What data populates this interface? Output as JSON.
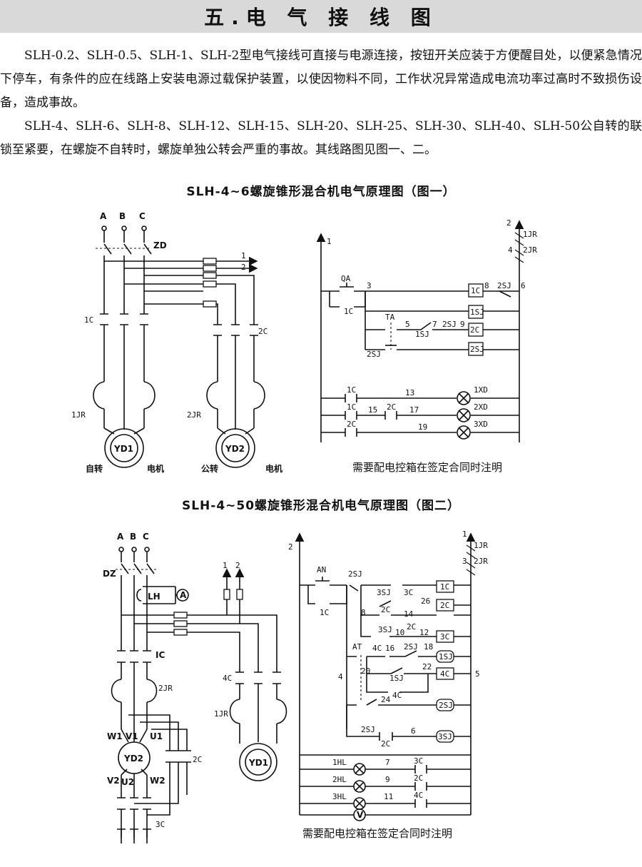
{
  "header": {
    "title": "五.电 气 接 线 图"
  },
  "intro": {
    "p1": "SLH-0.2、SLH-0.5、SLH-1、SLH-2型电气接线可直接与电源连接，按钮开关应装于方便醒目处，以便紧急情况下停车，有条件的应在线路上安装电源过载保护装置，以使因物料不同，工作状况异常造成电流功率过高时不致损伤设备，造成事故。",
    "p2": "SLH-4、SLH-6、SLH-8、SLH-12、SLH-15、SLH-20、SLH-25、SLH-30、SLH-40、SLH-50公自转的联锁至紧要，在螺旋不自转时，螺旋单独公转会严重的事故。其线路图见图一、二。"
  },
  "fig1": {
    "title": "SLH-4~6螺旋锥形混合机电气原理图（图一）",
    "phases": [
      "A",
      "B",
      "C"
    ],
    "zd": "ZD",
    "out1": "1",
    "out2": "2",
    "c1": "1C",
    "c2": "2C",
    "jr1": "1JR",
    "jr2": "2JR",
    "motor1": "YD1",
    "motor2": "YD2",
    "cap_left_a": "自转",
    "cap_left_b": "电机",
    "cap_right_a": "公转",
    "cap_right_b": "电机",
    "ctrl": {
      "n1": "1",
      "n2": "2",
      "jr_a": "1JR",
      "n4": "4",
      "jr_b": "2JR",
      "qa": "QA",
      "n3": "3",
      "c1": "1C",
      "n8": "8",
      "sj2": "2SJ",
      "n6": "6",
      "k1c": "1C",
      "k1sj": "1SJ",
      "ta": "TA",
      "n5": "5",
      "sj1": "1SJ",
      "n7": "7",
      "sj2b": "2SJ",
      "n9": "9",
      "k2c": "2C",
      "sj2c": "2SJ",
      "k2sj": "2SJ",
      "r1c": "1C",
      "n13": "13",
      "xd1": "1XD",
      "r2c1": "1C",
      "n15": "15",
      "r2c2": "2C",
      "n17": "17",
      "xd2": "2XD",
      "r3c": "2C",
      "n19": "19",
      "xd3": "3XD"
    },
    "note": "需要配电控箱在签定合同时注明"
  },
  "fig2": {
    "title": "SLH-4~50螺旋锥形混合机电气原理图（图二）",
    "phases": [
      "A",
      "B",
      "C"
    ],
    "dz": "DZ",
    "lh": "LH",
    "ammeter": "A",
    "out1": "1",
    "out2": "2",
    "ic": "IC",
    "jr2": "2JR",
    "c4": "4C",
    "jr1": "1JR",
    "w1": "W1",
    "v1": "V1",
    "u1": "U1",
    "v2": "V2",
    "u2": "U2",
    "w2": "W2",
    "motor_dual": "YD2",
    "motor1": "YD1",
    "c2": "2C",
    "c3": "3C",
    "ctrl": {
      "n2": "2",
      "n1": "1",
      "jr_a": "1JR",
      "n3": "3",
      "jr_b": "2JR",
      "an": "AN",
      "sj2": "2SJ",
      "c1": "1C",
      "sj3": "3SJ",
      "c3": "3C",
      "n26": "26",
      "k1c": "1C",
      "n8": "8",
      "c2": "2C",
      "n14": "14",
      "k2c": "2C",
      "sj3b": "3SJ",
      "n10": "10",
      "c2b": "2C",
      "n12": "12",
      "k3c": "3C",
      "at": "AT",
      "c4": "4C",
      "n16": "16",
      "sj2b": "2SJ",
      "n18": "18",
      "k1sj": "1SJ",
      "n4": "4",
      "n20": "20",
      "sj1": "1SJ",
      "n22": "22",
      "k4c": "4C",
      "n5": "5",
      "c4b": "4C",
      "n24": "24",
      "k2sj": "2SJ",
      "sj2c": "2SJ",
      "c2c": "2C",
      "n6": "6",
      "k3sj": "3SJ",
      "hl1": "1HL",
      "n7": "7",
      "c3b": "3C",
      "hl2": "2HL",
      "n9": "9",
      "c2d": "2C",
      "hl3": "3HL",
      "n11": "11",
      "c4c": "4C",
      "volt": "V"
    },
    "note": "需要配电控箱在签定合同时注明"
  }
}
